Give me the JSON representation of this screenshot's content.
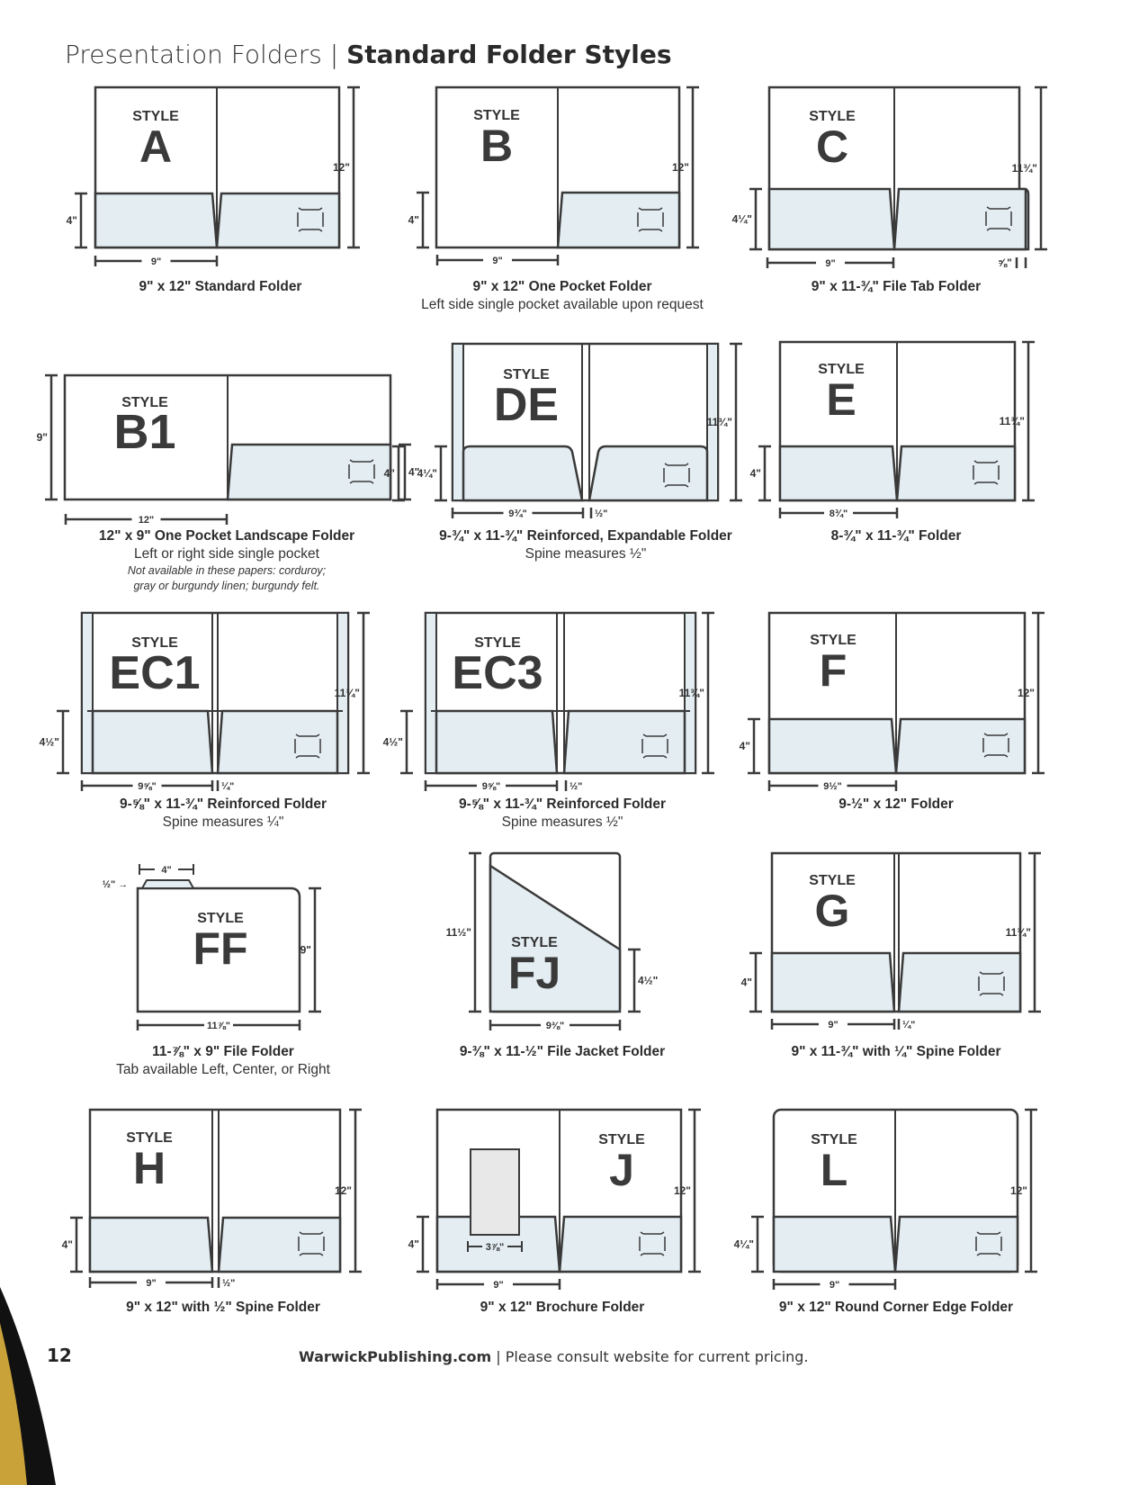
{
  "header": {
    "section": "Presentation Folders | ",
    "title": "Standard Folder Styles"
  },
  "colors": {
    "line": "#3a3a3a",
    "pocket": "#e3edf2",
    "insert": "#e8e8e8",
    "accent_gold": "#c9a23a"
  },
  "style_word": "STYLE",
  "folders": [
    {
      "letter": "A",
      "title": "9\" x 12\" Standard Folder",
      "dims": [
        "12\"",
        "4\"",
        "9\""
      ]
    },
    {
      "letter": "B",
      "title": "9\" x 12\" One Pocket Folder",
      "subtitle": "Left side single pocket available upon request",
      "dims": [
        "12\"",
        "4\"",
        "9\""
      ]
    },
    {
      "letter": "C",
      "title": "9\" x 11-¾\" File Tab Folder",
      "dims": [
        "11¾\"",
        "4¼\"",
        "9\"",
        "⅝\""
      ]
    },
    {
      "letter": "B1",
      "title": "12\" x 9\" One Pocket Landscape Folder",
      "subtitle": "Left or right side single pocket",
      "note": [
        "Not available in these papers: corduroy;",
        "gray or burgundy linen; burgundy felt."
      ],
      "dims": [
        "9\"",
        "4\"",
        "12\""
      ]
    },
    {
      "letter": "DE",
      "title": "9-¾\" x 11-¾\" Reinforced, Expandable Folder",
      "subtitle": "Spine measures ½\"",
      "dims": [
        "11¾\"",
        "4¼\"",
        "9¾\"",
        "½\"",
        "4\""
      ]
    },
    {
      "letter": "E",
      "title": "8-¾\" x 11-¾\" Folder",
      "dims": [
        "11¾\"",
        "4\"",
        "8¾\""
      ]
    },
    {
      "letter": "EC1",
      "title": "9-⅝\" x 11-¾\" Reinforced Folder",
      "subtitle": "Spine measures ¼\"",
      "dims": [
        "11¾\"",
        "4½\"",
        "9⅝\"",
        "¼\""
      ]
    },
    {
      "letter": "EC3",
      "title": "9-⅝\" x 11-¾\" Reinforced Folder",
      "subtitle": "Spine measures ½\"",
      "dims": [
        "11¾\"",
        "4½\"",
        "9⅝\"",
        "½\""
      ]
    },
    {
      "letter": "F",
      "title": "9-½\" x 12\" Folder",
      "dims": [
        "12\"",
        "4\"",
        "9½\""
      ]
    },
    {
      "letter": "FF",
      "title": "11-⅞\" x 9\" File Folder",
      "subtitle": "Tab available Left, Center, or Right",
      "dims": [
        "9\"",
        "11⅞\"",
        "4\"",
        "½\""
      ]
    },
    {
      "letter": "FJ",
      "title": "9-⅜\" x 11-½\" File Jacket Folder",
      "dims": [
        "11½\"",
        "4½\"",
        "9⅜\""
      ]
    },
    {
      "letter": "G",
      "title": "9\" x 11-¾\" with ¼\" Spine Folder",
      "dims": [
        "11¾\"",
        "4\"",
        "9\"",
        "¼\""
      ]
    },
    {
      "letter": "H",
      "title": "9\" x 12\" with ½\" Spine Folder",
      "dims": [
        "12\"",
        "4\"",
        "9\"",
        "½\""
      ]
    },
    {
      "letter": "J",
      "title": "9\" x 12\" Brochure Folder",
      "dims": [
        "12\"",
        "4\"",
        "9\"",
        "3⅞\""
      ]
    },
    {
      "letter": "L",
      "title": "9\" x 12\" Round Corner Edge Folder",
      "dims": [
        "12\"",
        "4¼\"",
        "9\""
      ]
    }
  ],
  "footer": {
    "page_number": "12",
    "site": "WarwickPublishing.com",
    "text": " | Please consult website for current pricing."
  }
}
